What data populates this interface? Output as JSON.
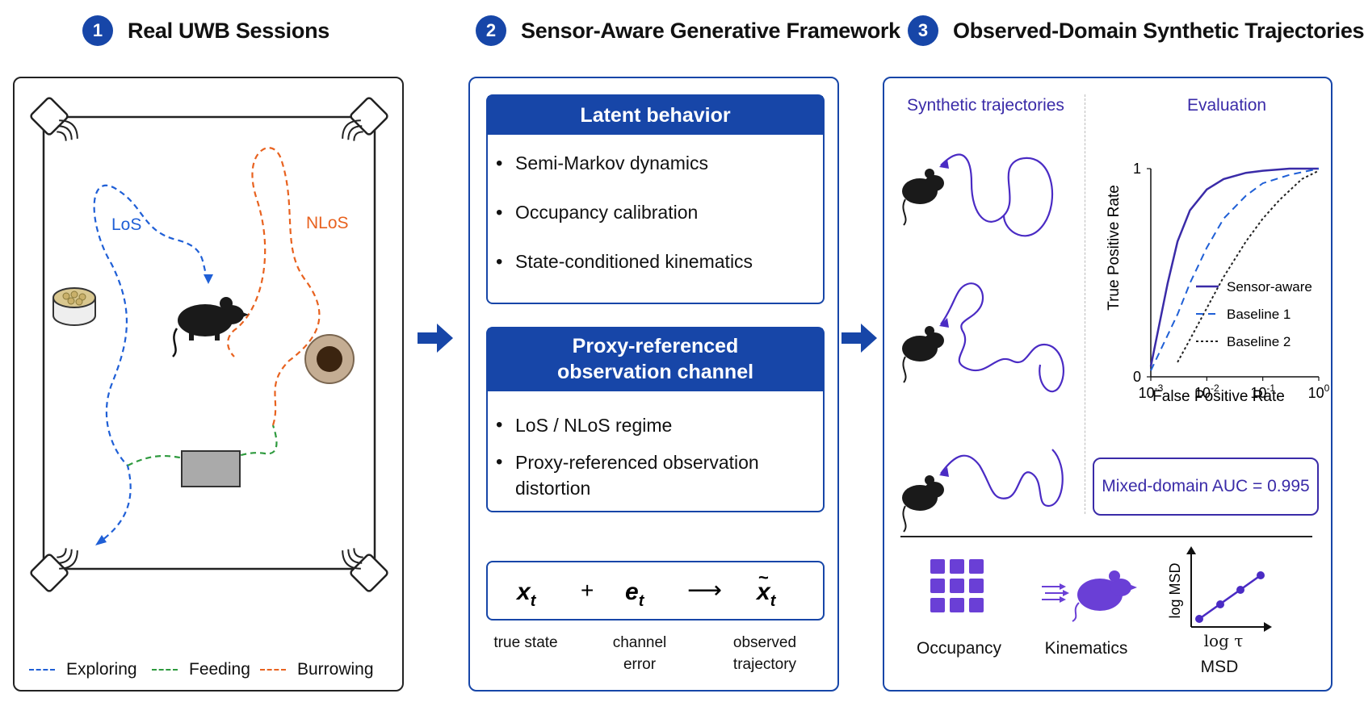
{
  "steps": [
    {
      "number": "1",
      "title": "Real UWB Sessions"
    },
    {
      "number": "2",
      "title": "Sensor-Aware Generative Framework"
    },
    {
      "number": "3",
      "title": "Observed-Domain Synthetic Trajectories"
    }
  ],
  "panel1": {
    "los_label": "LoS",
    "nlos_label": "NLoS",
    "legend": [
      {
        "label": "Exploring",
        "color": "#1f5fd6"
      },
      {
        "label": "Feeding",
        "color": "#2e9a3e"
      },
      {
        "label": "Burrowing",
        "color": "#e8621f"
      }
    ]
  },
  "panel2": {
    "latent_box": {
      "title": "Latent behavior",
      "items": [
        "Semi-Markov dynamics",
        "Occupancy calibration",
        "State-conditioned kinematics"
      ]
    },
    "proxy_box": {
      "title_line1": "Proxy-referenced",
      "title_line2": "observation channel",
      "items": [
        "LoS / NLoS regime",
        "Proxy-referenced observation distortion"
      ]
    },
    "equation": {
      "plus": "+",
      "arrow": "⟶"
    },
    "captions": {
      "true_state": "true state",
      "channel_error_1": "channel",
      "channel_error_2": "error",
      "observed_1": "observed",
      "observed_2": "trajectory"
    }
  },
  "panel3": {
    "synthetic_title": "Synthetic trajectories",
    "evaluation_title": "Evaluation",
    "auc_text": "Mixed-domain AUC = 0.995",
    "bottom_labels": {
      "occupancy": "Occupancy",
      "kinematics": "Kinematics",
      "msd": "MSD"
    },
    "msd_axes": {
      "y": "log MSD",
      "x": "log τ"
    }
  },
  "chart_data": {
    "type": "line",
    "title": "",
    "xlabel": "False Positive Rate",
    "ylabel": "True Positive Rate",
    "x_scale": "log",
    "xlim": [
      0.001,
      1
    ],
    "ylim": [
      0,
      1
    ],
    "x_ticks": [
      "10^-3",
      "10^-2",
      "10^-1",
      "10^0"
    ],
    "y_ticks": [
      "0",
      "1"
    ],
    "grid": false,
    "legend_position": "right",
    "series": [
      {
        "name": "Sensor-aware",
        "style": "solid",
        "color": "#3a2ba8",
        "x": [
          0.001,
          0.002,
          0.003,
          0.005,
          0.01,
          0.02,
          0.05,
          0.1,
          0.3,
          1
        ],
        "y": [
          0.05,
          0.45,
          0.65,
          0.8,
          0.9,
          0.95,
          0.98,
          0.99,
          1.0,
          1.0
        ]
      },
      {
        "name": "Baseline 1",
        "style": "dashed",
        "color": "#1f5fd6",
        "x": [
          0.001,
          0.003,
          0.005,
          0.01,
          0.02,
          0.05,
          0.1,
          0.3,
          1
        ],
        "y": [
          0.03,
          0.3,
          0.45,
          0.62,
          0.76,
          0.87,
          0.93,
          0.97,
          1.0
        ]
      },
      {
        "name": "Baseline 2",
        "style": "dotted",
        "color": "#222222",
        "x": [
          0.003,
          0.005,
          0.01,
          0.02,
          0.05,
          0.1,
          0.2,
          0.5,
          1
        ],
        "y": [
          0.07,
          0.18,
          0.33,
          0.48,
          0.65,
          0.76,
          0.85,
          0.95,
          0.99
        ]
      }
    ]
  }
}
